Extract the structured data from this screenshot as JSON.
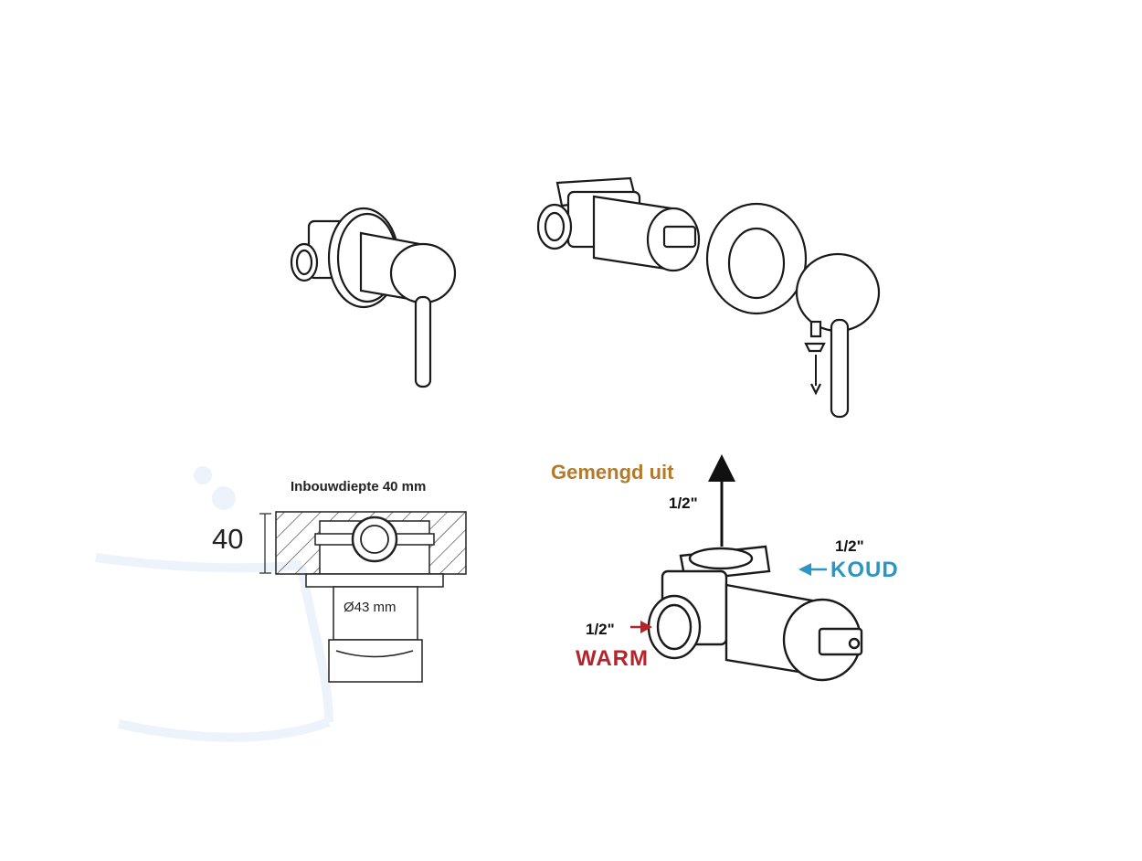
{
  "labels": {
    "install_depth_title": "Inbouwdiepte 40 mm",
    "depth_value": "40",
    "diameter": "Ø43 mm",
    "mixed_out": "Gemengd uit",
    "size_mixed": "1/2\"",
    "size_cold": "1/2\"",
    "cold": "KOUD",
    "size_warm": "1/2\"",
    "warm": "WARM"
  },
  "colors": {
    "line": "#1a1a1a",
    "mixed_out": "#b47a2a",
    "cold": "#2a96c4",
    "warm": "#b5232b",
    "watermark": "#eaf2fa"
  },
  "icons": {
    "mixer_assembled": "concealed-shower-mixer-icon",
    "mixer_exploded": "mixer-exploded-view-icon",
    "cross_section": "install-depth-cross-section-icon",
    "valve_body": "valve-body-connections-icon"
  }
}
